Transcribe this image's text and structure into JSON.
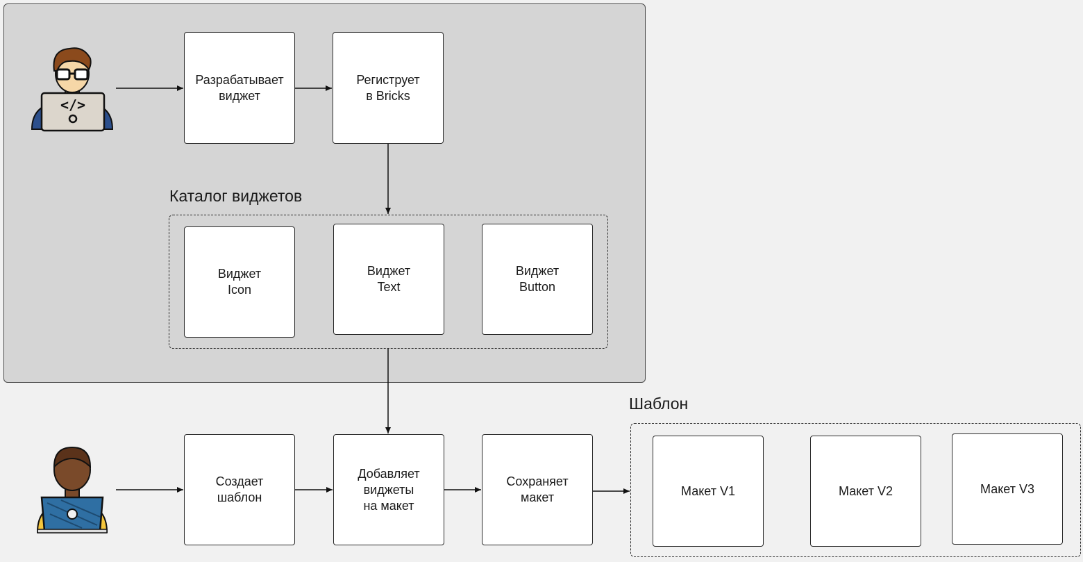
{
  "developer_flow": {
    "actor_icon": "developer-with-laptop-icon",
    "step1": "Разрабатывает\nвиджет",
    "step2": "Региструет\nв Bricks"
  },
  "catalog": {
    "title": "Каталог виджетов",
    "widgets": [
      "Виджет\nIcon",
      "Виджет\nText",
      "Виджет\nButton"
    ]
  },
  "designer_flow": {
    "actor_icon": "designer-with-laptop-icon",
    "step1": "Создает\nшаблон",
    "step2": "Добавляет\nвиджеты\nна макет",
    "step3": "Сохраняет\nмакет"
  },
  "template": {
    "title": "Шаблон",
    "layouts": [
      "Макет V1",
      "Макет V2",
      "Макет V3"
    ]
  },
  "colors": {
    "panel": "#d5d5d5",
    "background": "#f1f1f1",
    "developer_hair": "#8b4a1c",
    "developer_skin": "#f6d7a7",
    "designer_skin": "#7a4a2a",
    "shirt_blue": "#2c4f8c",
    "shirt_yellow": "#f5c63c"
  }
}
